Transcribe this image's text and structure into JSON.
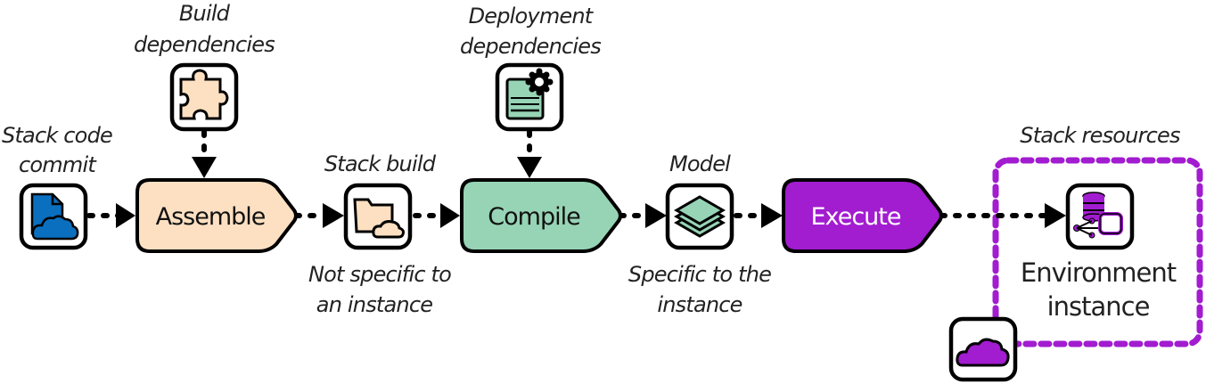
{
  "diagram": {
    "colors": {
      "assemble_fill": "#fde0c2",
      "compile_fill": "#97d4b6",
      "execute_fill": "#a21cd0",
      "execute_text": "#ffffff",
      "stage_text": "#111111",
      "commit_icon_fill": "#0b6fbf",
      "purple_accent": "#a21cd0",
      "outline": "#000000"
    },
    "labels": {
      "stack_code_commit": [
        "Stack code",
        "commit"
      ],
      "build_dependencies": [
        "Build",
        "dependencies"
      ],
      "stack_build": "Stack build",
      "not_specific": [
        "Not specific to",
        "an instance"
      ],
      "deployment_dependencies": [
        "Deployment",
        "dependencies"
      ],
      "model": "Model",
      "specific": [
        "Specific to the",
        "instance"
      ],
      "stack_resources": "Stack resources",
      "environment_instance": [
        "Environment",
        "instance"
      ]
    },
    "stages": [
      {
        "id": "assemble",
        "label": "Assemble"
      },
      {
        "id": "compile",
        "label": "Compile"
      },
      {
        "id": "execute",
        "label": "Execute"
      }
    ],
    "icons": {
      "commit": "file-cloud-icon",
      "build_deps": "puzzle-piece-icon",
      "stack_build": "folder-cloud-icon",
      "deploy_deps": "document-gear-icon",
      "model": "layers-icon",
      "environment": "database-network-icon",
      "cloud": "cloud-icon"
    }
  }
}
